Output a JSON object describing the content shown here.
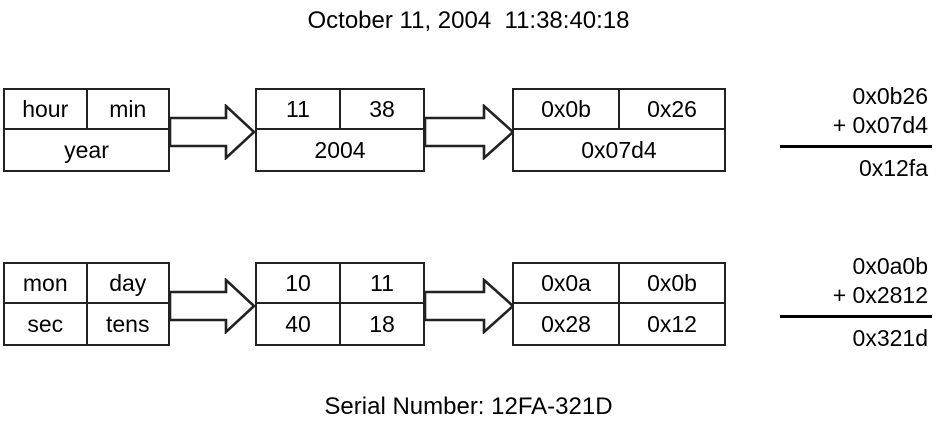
{
  "title": "October 11, 2004  11:38:40:18",
  "footer": "Serial Number: 12FA-321D",
  "rows": [
    {
      "name": "hour-min-year-row",
      "structs": [
        {
          "name": "field-name-struct",
          "layout": "split-top-merged-bottom",
          "top": [
            "hour",
            "min"
          ],
          "bottom": [
            "year"
          ]
        },
        {
          "name": "decimal-value-struct",
          "layout": "split-top-merged-bottom",
          "top": [
            "11",
            "38"
          ],
          "bottom": [
            "2004"
          ]
        },
        {
          "name": "hex-value-struct",
          "layout": "split-top-merged-bottom",
          "top": [
            "0x0b",
            "0x26"
          ],
          "bottom": [
            "0x07d4"
          ]
        }
      ],
      "sum": {
        "name": "first-checksum",
        "operand1": "0x0b26",
        "operand2": "+ 0x07d4",
        "result": "0x12fa"
      }
    },
    {
      "name": "mon-day-sec-tens-row",
      "structs": [
        {
          "name": "field-name-struct",
          "layout": "grid-2x2",
          "top": [
            "mon",
            "day"
          ],
          "bottom": [
            "sec",
            "tens"
          ]
        },
        {
          "name": "decimal-value-struct",
          "layout": "grid-2x2",
          "top": [
            "10",
            "11"
          ],
          "bottom": [
            "40",
            "18"
          ]
        },
        {
          "name": "hex-value-struct",
          "layout": "grid-2x2",
          "top": [
            "0x0a",
            "0x0b"
          ],
          "bottom": [
            "0x28",
            "0x12"
          ]
        }
      ],
      "sum": {
        "name": "second-checksum",
        "operand1": "0x0a0b",
        "operand2": "+ 0x2812",
        "result": "0x321d"
      }
    }
  ],
  "arrows": {
    "icon": "block-arrow-right-icon",
    "count": 4,
    "color": "#222222"
  },
  "colors": {
    "stroke": "#222222",
    "text": "#000000",
    "background": "#ffffff"
  }
}
